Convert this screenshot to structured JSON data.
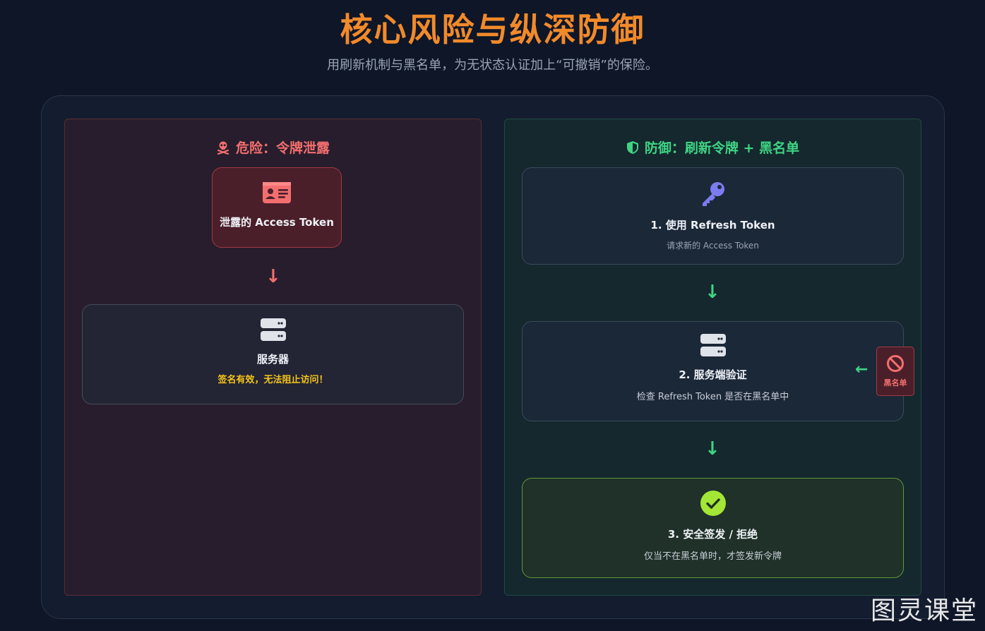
{
  "title": "核心风险与纵深防御",
  "subtitle": "用刷新机制与黑名单，为无状态认证加上“可撤销”的保险。",
  "danger": {
    "heading": "危险：令牌泄露",
    "heading_icon": "skull-crossbones-icon",
    "leaked_token": {
      "icon": "id-card-icon",
      "label": "泄露的 Access Token"
    },
    "arrow": "↓",
    "server": {
      "icon": "server-icon",
      "label": "服务器",
      "warning": "签名有效，无法阻止访问！"
    }
  },
  "defense": {
    "heading": "防御：刷新令牌 + 黑名单",
    "heading_icon": "shield-icon",
    "steps": [
      {
        "icon": "key-icon",
        "label": "1. 使用 Refresh Token",
        "sub": "请求新的 Access Token"
      },
      {
        "icon": "server-icon",
        "label": "2. 服务端验证",
        "sub": "检查 Refresh Token 是否在黑名单中"
      },
      {
        "icon": "check-circle-icon",
        "label": "3. 安全签发 / 拒绝",
        "sub": "仅当不在黑名单时，才签发新令牌"
      }
    ],
    "arrow": "↓",
    "blacklist": {
      "icon": "ban-icon",
      "label": "黑名单",
      "arrow": "←"
    }
  },
  "watermark": "图灵课堂",
  "colors": {
    "title": "#f28a2a",
    "danger": "#f36f6f",
    "defense": "#3fd483",
    "warning": "#f5c518",
    "key": "#7c7cf0",
    "check": "#a3e635"
  }
}
